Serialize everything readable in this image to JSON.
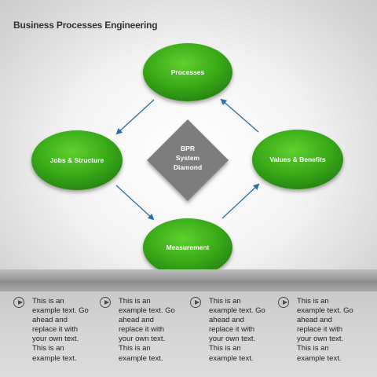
{
  "title": "Business Processes Engineering",
  "nodes": {
    "top": "Processes",
    "left": "Jobs & Structure",
    "right": "Values & Benefits",
    "bottom": "Measurement"
  },
  "center": [
    "BPR",
    "System",
    "Diamond"
  ],
  "notes": [
    [
      "This is an",
      "example text. Go",
      "ahead and",
      "replace it with",
      "your own text.",
      "This is an",
      "example text."
    ],
    [
      "This is an",
      "example text. Go",
      "ahead and",
      "replace it with",
      "your own text.",
      "This is an",
      "example text."
    ],
    [
      "This is an",
      "example text. Go",
      "ahead and",
      "replace it with",
      "your own text.",
      "This is an",
      "example text."
    ],
    [
      "This is an",
      "example text. Go",
      "ahead and",
      "replace it with",
      "your own text.",
      "This is an",
      "example text."
    ]
  ],
  "colors": {
    "node_green": "#3aa61a",
    "node_green_light": "#5cc42f",
    "diamond_gray": "#7a7a7a",
    "arrow_blue": "#2e6da4"
  }
}
